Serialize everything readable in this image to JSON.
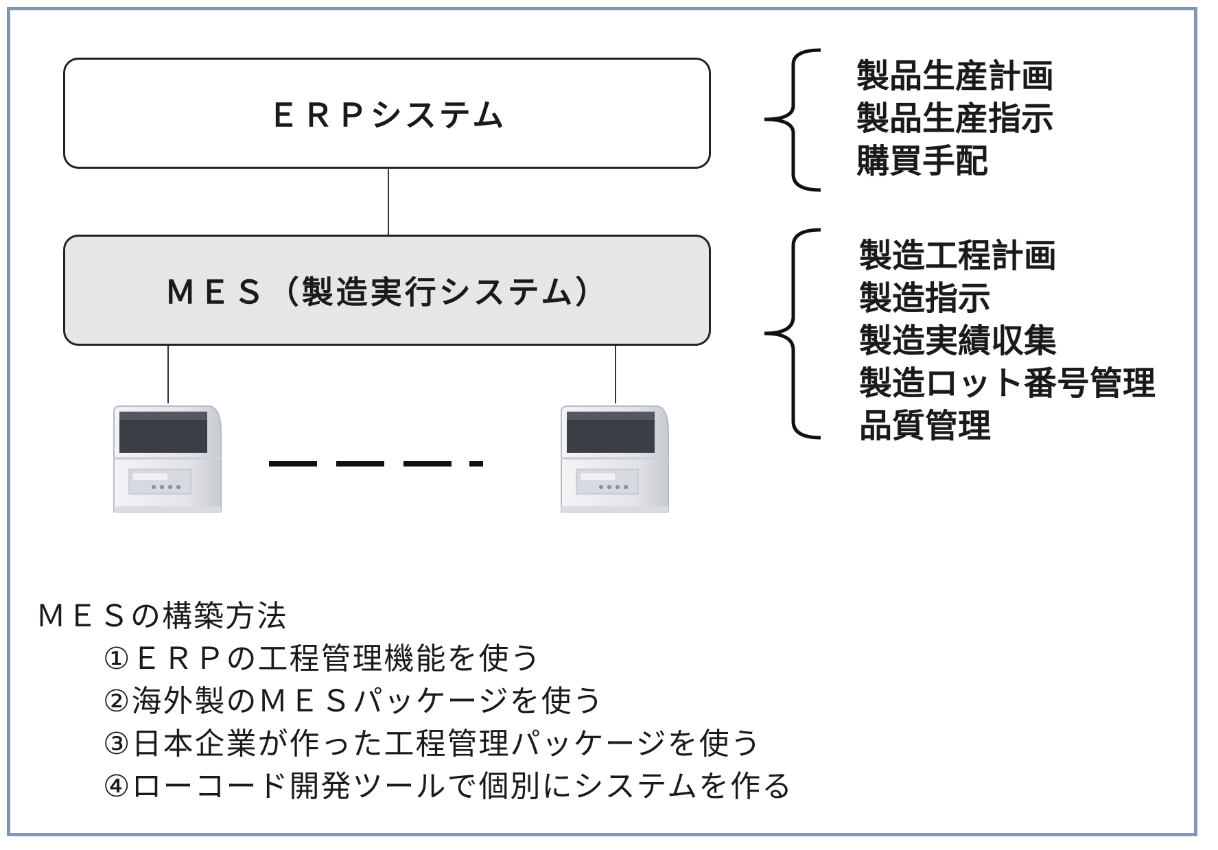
{
  "erp": {
    "label": "ＥＲＰシステム"
  },
  "mes": {
    "label": "ＭＥＳ（製造実行システム）"
  },
  "erp_functions": [
    "製品生産計画",
    "製品生産指示",
    "購買手配"
  ],
  "mes_functions": [
    "製造工程計画",
    "製造指示",
    "製造実績収集",
    "製造ロット番号管理",
    "品質管理"
  ],
  "methods": {
    "title": "ＭＥＳの構築方法",
    "items": [
      "①ＥＲＰの工程管理機能を使う",
      "②海外製のＭＥＳパッケージを使う",
      "③日本企業が作った工程管理パッケージを使う",
      "④ローコード開発ツールで個別にシステムを作る"
    ]
  },
  "colors": {
    "frame": "#7f97b6",
    "mes_fill": "#e6e6e6",
    "line": "#222222"
  },
  "icons": [
    "machine-icon",
    "machine-icon"
  ]
}
